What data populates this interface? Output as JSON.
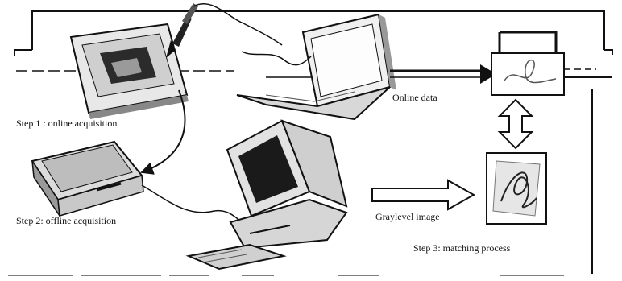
{
  "labels": {
    "step1": "Step 1 : online acquisition",
    "step2": "Step 2: offline acquisition",
    "online_data": "Online data",
    "graylevel_image": "Graylevel image",
    "step3": "Step 3: matching process"
  },
  "colors": {
    "line": "#111111",
    "paper": "#ffffff",
    "device": "#e4e4e4",
    "screen": "#1a1a1a",
    "shade": "#888888"
  },
  "icons": {
    "tablet": "tablet-with-pen-icon",
    "laptop": "laptop-icon",
    "scanner": "scanner-icon",
    "desktop": "desktop-computer-icon",
    "signature": "signature-sample-icon"
  }
}
